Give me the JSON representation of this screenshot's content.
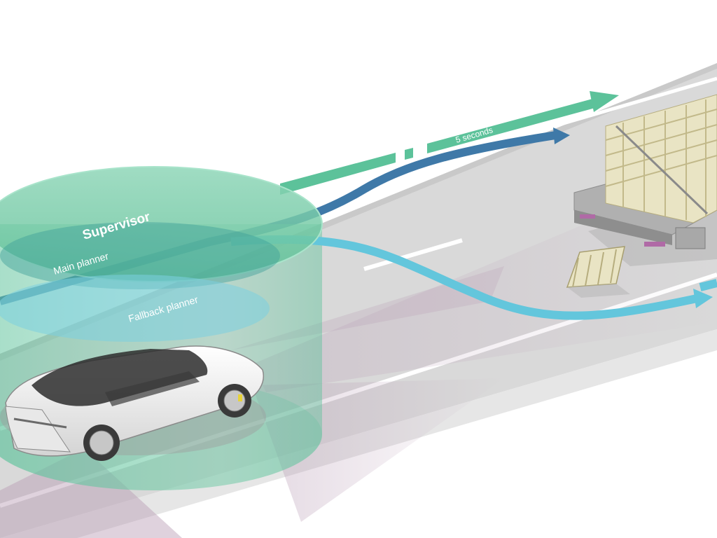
{
  "diagram": {
    "labels": {
      "supervisor": "Supervisor",
      "main_planner": "Main planner",
      "fallback_planner": "Fallback planner",
      "time_horizon": "5 seconds"
    },
    "colors": {
      "road": "#d9d9d9",
      "road_shadow": "#bfbfbf",
      "lane_marking": "#ffffff",
      "supervisor_green": "#5cc29a",
      "main_planner_blue": "#3f79a8",
      "fallback_planner_cyan": "#63c6dc",
      "sensor_fov": "#b89bb4",
      "vehicle_body": "#f2f2f2",
      "pallet": "#e9e4c4",
      "truck_trailer": "#9b9b9b"
    }
  }
}
